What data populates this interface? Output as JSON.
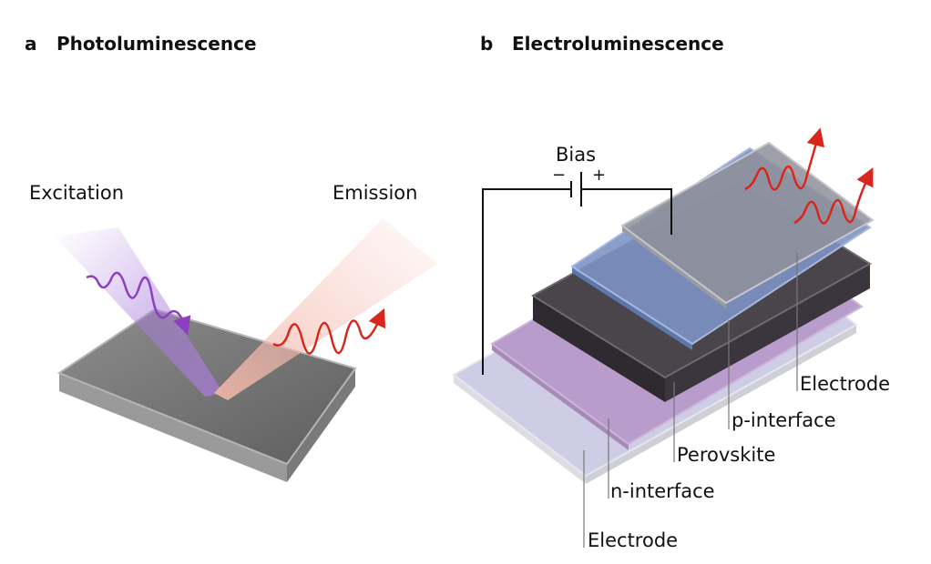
{
  "panel_a": {
    "letter": "a",
    "title": "Photoluminescence",
    "labels": {
      "excitation": "Excitation",
      "emission": "Emission"
    }
  },
  "panel_b": {
    "letter": "b",
    "title": "Electroluminescence",
    "bias": {
      "label": "Bias",
      "minus": "−",
      "plus": "+"
    },
    "layers": {
      "top_electrode": "Electrode",
      "p_interface": "p-interface",
      "perovskite": "Perovskite",
      "n_interface": "n-interface",
      "bottom_electrode": "Electrode"
    }
  },
  "colors": {
    "excitation": "#8e3fc0",
    "emission": "#d9261c",
    "electrode": "#c9c6d6",
    "n_interface": "#b79ac6",
    "perovskite": "#3f393f",
    "p_interface": "#7d93c4",
    "top_electrode": "#8e8f99"
  }
}
